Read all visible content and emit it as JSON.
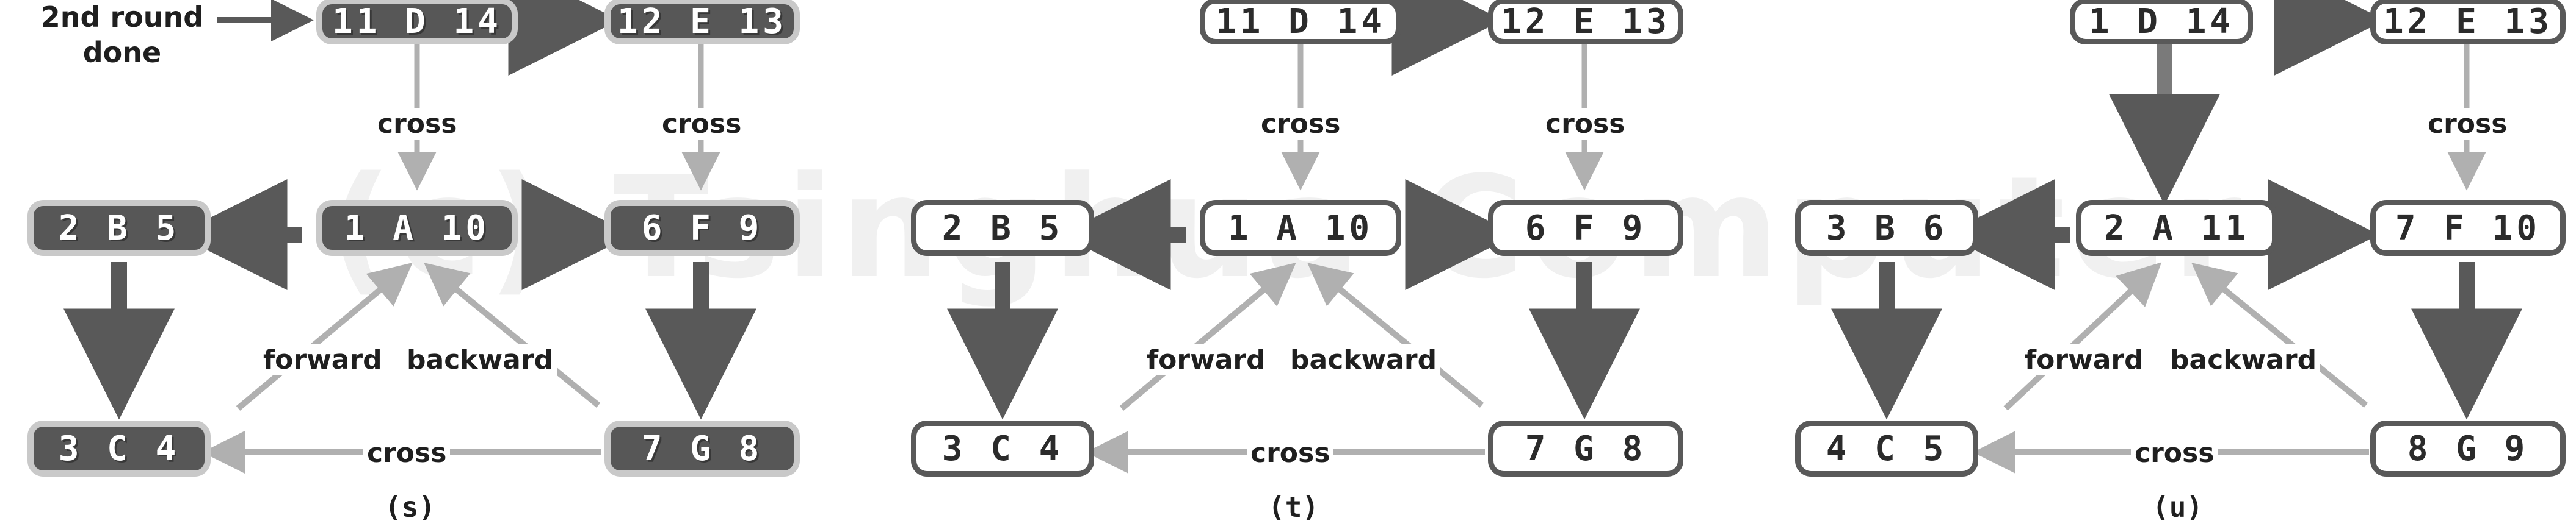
{
  "watermark": "(c) Tsinghua Computer",
  "annotation": {
    "line1": "2nd  round",
    "line2": "done"
  },
  "labels": {
    "cross": "cross",
    "forward": "forward",
    "backward": "backward"
  },
  "colors": {
    "filled_fill": "#575757",
    "filled_border": "#c9c9c9",
    "outline_border": "#595959",
    "outline_fill": "#ffffff",
    "dark_edge": "#595959",
    "light_edge": "#b0b0b0",
    "text_dark": "#1f1f1f",
    "text_light": "#ffffff",
    "background": "#ffffff"
  },
  "panels": [
    {
      "id": "s",
      "caption": "(s)",
      "style": "filled",
      "nodes": [
        {
          "key": "D",
          "label": "11  D  14"
        },
        {
          "key": "E",
          "label": "12  E  13"
        },
        {
          "key": "B",
          "label": "2  B  5"
        },
        {
          "key": "A",
          "label": "1  A  10"
        },
        {
          "key": "F",
          "label": "6  F  9"
        },
        {
          "key": "C",
          "label": "3  C  4"
        },
        {
          "key": "G",
          "label": "7  G  8"
        }
      ],
      "edges": [
        {
          "from": "entry",
          "to": "D",
          "label": "",
          "weight": "thin-dark"
        },
        {
          "from": "D",
          "to": "E",
          "label": "",
          "weight": "thick-dark"
        },
        {
          "from": "D",
          "to": "A",
          "label": "cross",
          "weight": "thin-light"
        },
        {
          "from": "E",
          "to": "F",
          "label": "cross",
          "weight": "thin-light"
        },
        {
          "from": "A",
          "to": "B",
          "label": "",
          "weight": "thick-dark"
        },
        {
          "from": "A",
          "to": "F",
          "label": "",
          "weight": "thick-dark"
        },
        {
          "from": "B",
          "to": "C",
          "label": "",
          "weight": "thick-dark"
        },
        {
          "from": "F",
          "to": "G",
          "label": "",
          "weight": "thick-dark"
        },
        {
          "from": "C",
          "to": "A",
          "label": "forward",
          "weight": "thin-light"
        },
        {
          "from": "G",
          "to": "A",
          "label": "backward",
          "weight": "thin-light"
        },
        {
          "from": "G",
          "to": "C",
          "label": "cross",
          "weight": "thin-light"
        }
      ]
    },
    {
      "id": "t",
      "caption": "(t)",
      "style": "outline",
      "nodes": [
        {
          "key": "D",
          "label": "11  D  14"
        },
        {
          "key": "E",
          "label": "12  E  13"
        },
        {
          "key": "B",
          "label": "2  B  5"
        },
        {
          "key": "A",
          "label": "1  A  10"
        },
        {
          "key": "F",
          "label": "6  F  9"
        },
        {
          "key": "C",
          "label": "3  C  4"
        },
        {
          "key": "G",
          "label": "7  G  8"
        }
      ],
      "edges": [
        {
          "from": "D",
          "to": "E",
          "label": "",
          "weight": "thick-dark"
        },
        {
          "from": "D",
          "to": "A",
          "label": "cross",
          "weight": "thin-light"
        },
        {
          "from": "E",
          "to": "F",
          "label": "cross",
          "weight": "thin-light"
        },
        {
          "from": "A",
          "to": "B",
          "label": "",
          "weight": "thick-dark"
        },
        {
          "from": "A",
          "to": "F",
          "label": "",
          "weight": "thick-dark"
        },
        {
          "from": "B",
          "to": "C",
          "label": "",
          "weight": "thick-dark"
        },
        {
          "from": "F",
          "to": "G",
          "label": "",
          "weight": "thick-dark"
        },
        {
          "from": "C",
          "to": "A",
          "label": "forward",
          "weight": "thin-light"
        },
        {
          "from": "G",
          "to": "A",
          "label": "backward",
          "weight": "thin-light"
        },
        {
          "from": "G",
          "to": "C",
          "label": "cross",
          "weight": "thin-light"
        }
      ]
    },
    {
      "id": "u",
      "caption": "(u)",
      "style": "outline",
      "nodes": [
        {
          "key": "D",
          "label": "1  D  14"
        },
        {
          "key": "E",
          "label": "12  E  13"
        },
        {
          "key": "B",
          "label": "3  B  6"
        },
        {
          "key": "A",
          "label": "2  A  11"
        },
        {
          "key": "F",
          "label": "7  F  10"
        },
        {
          "key": "C",
          "label": "4  C  5"
        },
        {
          "key": "G",
          "label": "8  G  9"
        }
      ],
      "edges": [
        {
          "from": "D",
          "to": "E",
          "label": "",
          "weight": "thick-dark"
        },
        {
          "from": "D",
          "to": "A",
          "label": "",
          "weight": "thick-dark"
        },
        {
          "from": "E",
          "to": "F",
          "label": "cross",
          "weight": "thin-light"
        },
        {
          "from": "A",
          "to": "B",
          "label": "",
          "weight": "thick-dark"
        },
        {
          "from": "A",
          "to": "F",
          "label": "",
          "weight": "thick-dark"
        },
        {
          "from": "B",
          "to": "C",
          "label": "",
          "weight": "thick-dark"
        },
        {
          "from": "F",
          "to": "G",
          "label": "",
          "weight": "thick-dark"
        },
        {
          "from": "C",
          "to": "A",
          "label": "forward",
          "weight": "thin-light"
        },
        {
          "from": "G",
          "to": "A",
          "label": "backward",
          "weight": "thin-light"
        },
        {
          "from": "G",
          "to": "C",
          "label": "cross",
          "weight": "thin-light"
        }
      ]
    }
  ]
}
